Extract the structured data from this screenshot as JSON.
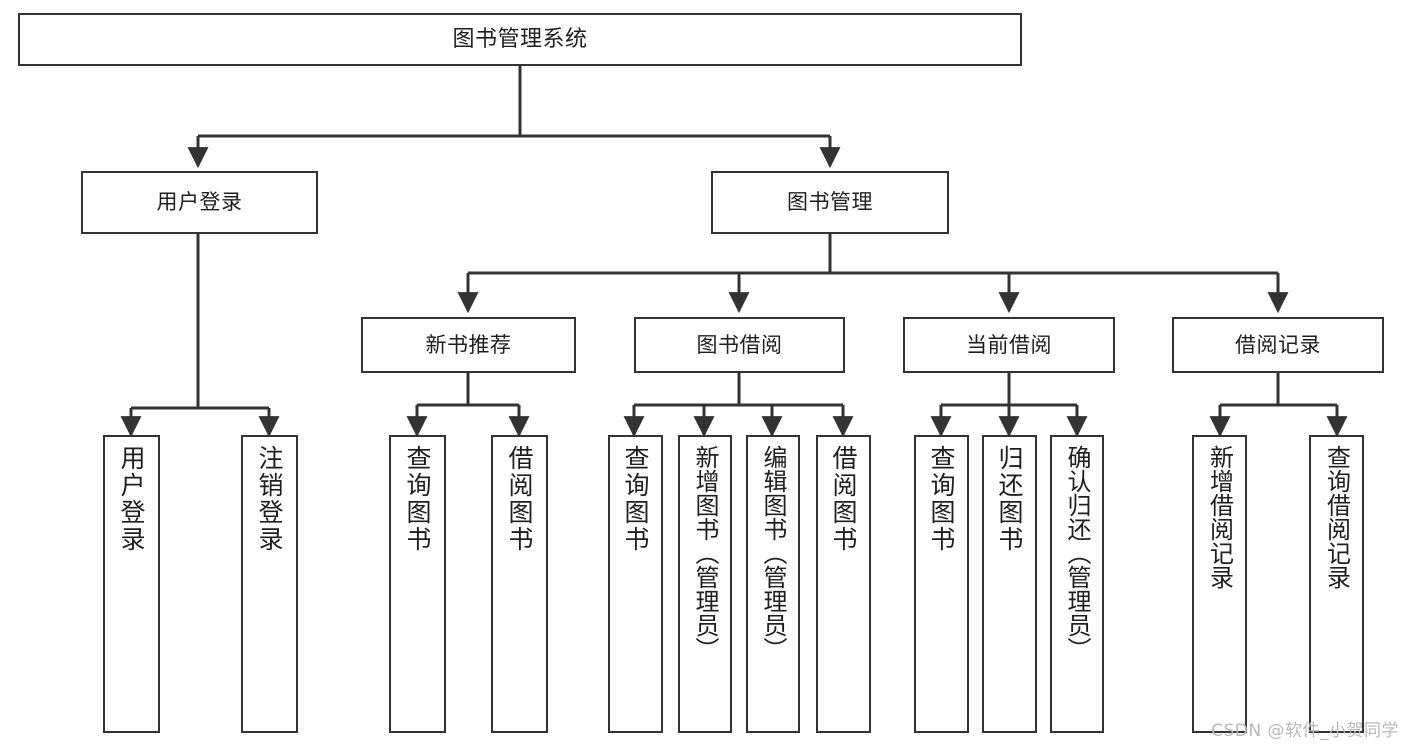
{
  "diagram": {
    "title": "图书管理系统",
    "type": "tree-hierarchy",
    "background_color": "#ffffff",
    "stroke_color": "#333333",
    "text_color": "#1f1f1f"
  },
  "nodes": {
    "root": {
      "label": "图书管理系统"
    },
    "level1": [
      {
        "label": "用户登录"
      },
      {
        "label": "图书管理"
      }
    ],
    "level2": [
      {
        "label": "新书推荐"
      },
      {
        "label": "图书借阅"
      },
      {
        "label": "当前借阅"
      },
      {
        "label": "借阅记录"
      }
    ],
    "leaves": {
      "user_login": [
        {
          "label": "用户登录"
        },
        {
          "label": "注销登录"
        }
      ],
      "new_book": [
        {
          "label": "查询图书"
        },
        {
          "label": "借阅图书"
        }
      ],
      "book_borrow": [
        {
          "label": "查询图书"
        },
        {
          "label": "新增图书（管理员）"
        },
        {
          "label": "编辑图书（管理员）"
        },
        {
          "label": "借阅图书"
        }
      ],
      "current_borrow": [
        {
          "label": "查询图书"
        },
        {
          "label": "归还图书"
        },
        {
          "label": "确认归还（管理员）"
        }
      ],
      "borrow_record": [
        {
          "label": "新增借阅记录"
        },
        {
          "label": "查询借阅记录"
        }
      ]
    }
  },
  "watermark": {
    "text": "CSDN @软件_小贺同学"
  }
}
